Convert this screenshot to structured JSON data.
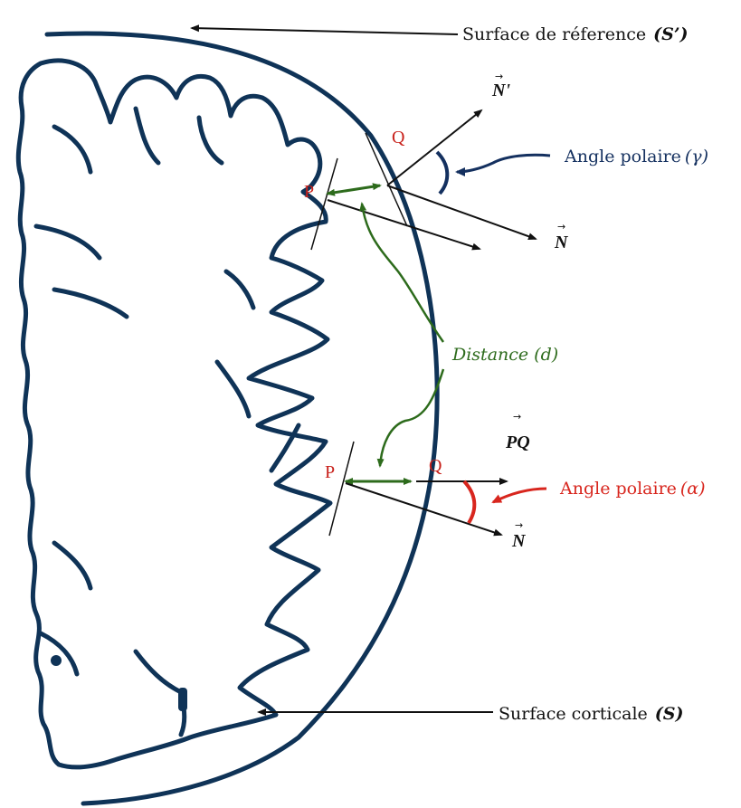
{
  "labels": {
    "reference_surface": "Surface de réference",
    "reference_symbol": "(S’)",
    "polar_gamma": "Angle polaire",
    "polar_gamma_symbol": "(γ)",
    "distance": "Distance (d)",
    "polar_alpha": "Angle polaire",
    "polar_alpha_symbol": "(α)",
    "cortical_surface": "Surface corticale",
    "cortical_symbol": "(S)"
  },
  "points": {
    "p_top": "P",
    "q_top": "Q",
    "p_bottom": "P",
    "q_bottom": "Q"
  },
  "vectors": {
    "n_prime": "N'",
    "n_top": "N",
    "pq": "PQ",
    "n_bottom": "N",
    "arrow_glyph": "→"
  },
  "colors": {
    "cortex": "#0f3357",
    "reference": "#0f3357",
    "red": "#d8261e",
    "navy": "#14305f",
    "green": "#2d6b1c",
    "black": "#111111"
  }
}
